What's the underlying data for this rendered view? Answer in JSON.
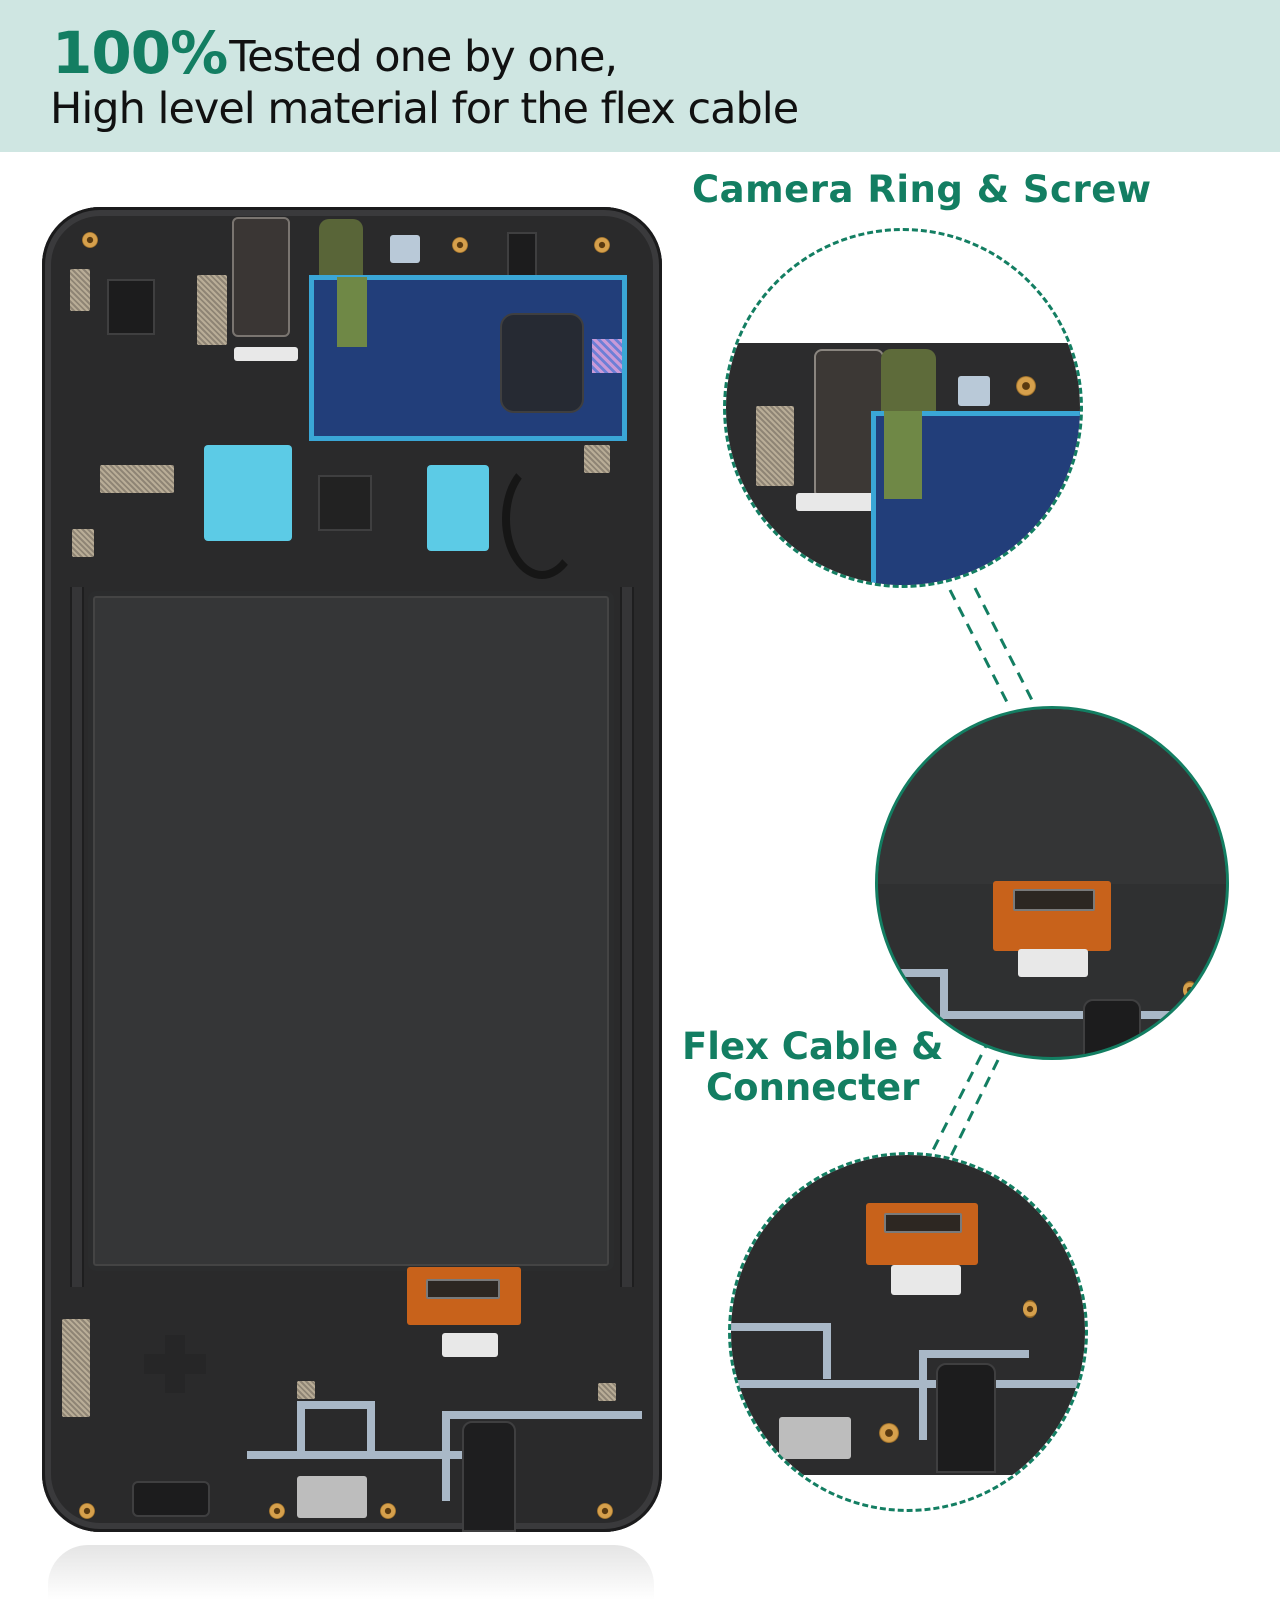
{
  "header": {
    "highlight": "100%",
    "line1": "Tested one by one,",
    "line2": "High level material for the flex cable",
    "band_color": "#cfe6e2",
    "accent_color": "#137e62"
  },
  "callouts": [
    {
      "label": "Camera Ring & Screw",
      "detail": "zoomed view of top earpiece, camera ring and screws"
    },
    {
      "label_line1": "Flex Cable &",
      "label_line2": "Connecter",
      "detail": "zoomed view of bottom flex cable connector"
    }
  ],
  "product": {
    "description": "Phone LCD frame assembly, rear view",
    "frame_color": "#2a2a2b"
  }
}
